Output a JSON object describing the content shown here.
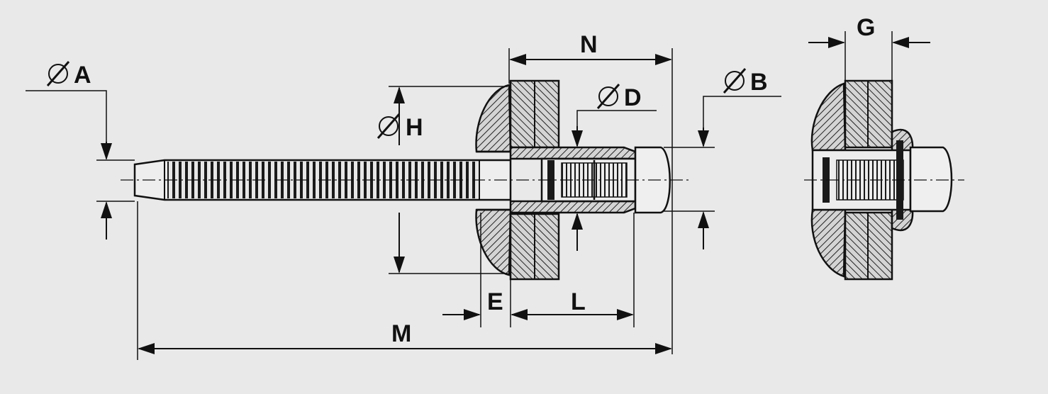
{
  "labels": {
    "dia_a": "A",
    "dia_b": "B",
    "dia_d": "D",
    "dia_h": "H",
    "n": "N",
    "g": "G",
    "e": "E",
    "l": "L",
    "m": "M"
  },
  "colors": {
    "background": "#e9e9e9",
    "ink": "#111111",
    "section_fill": "#cfcfcf"
  }
}
